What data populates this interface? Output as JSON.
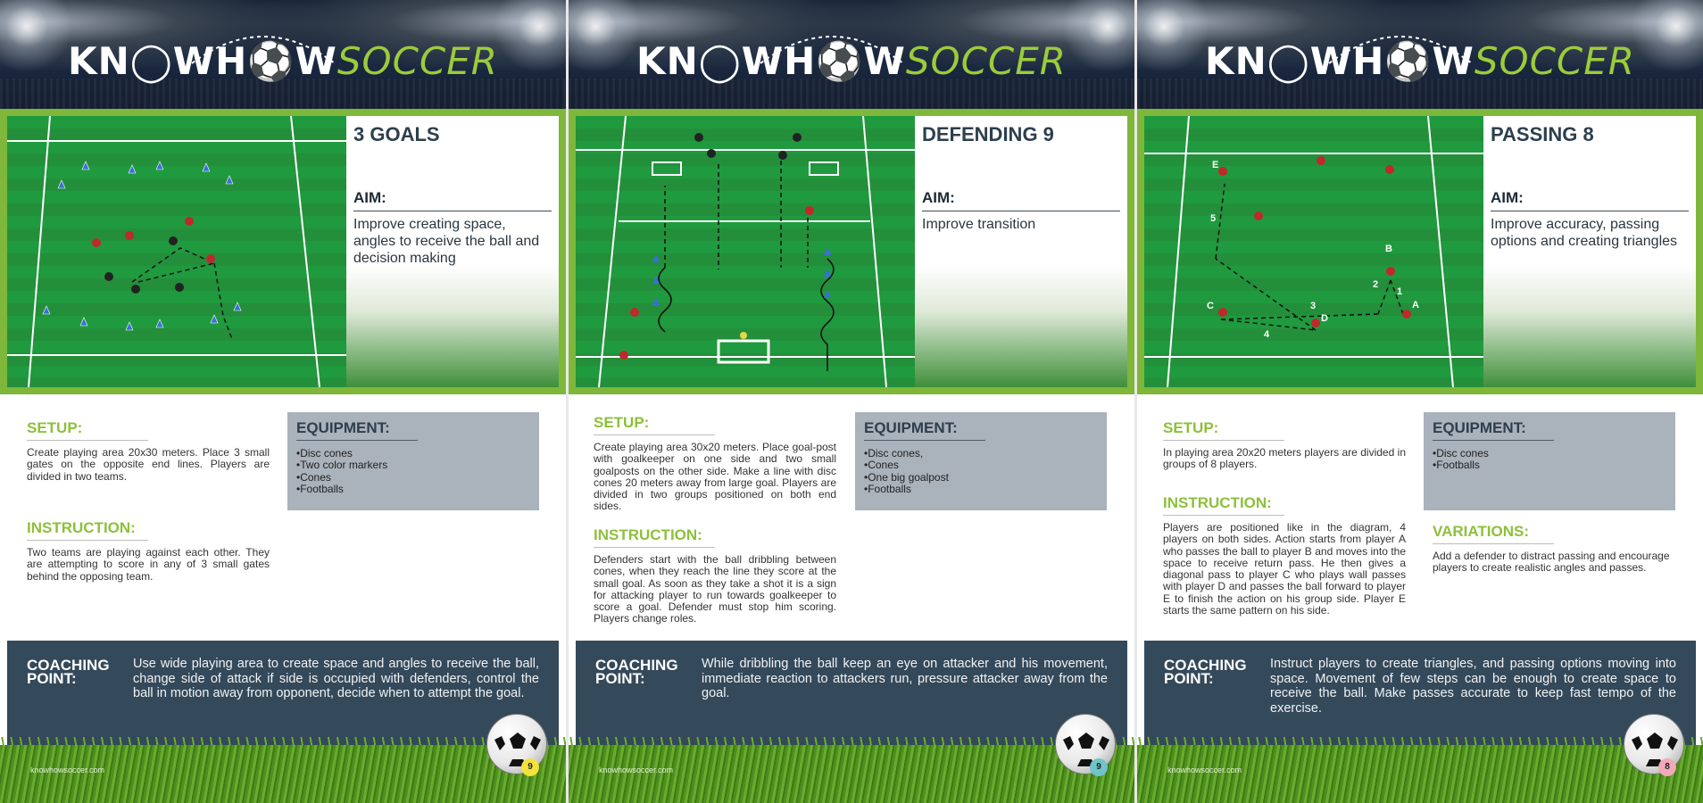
{
  "brand": {
    "know": "KN",
    "how_1": "WH",
    "how_2": "W",
    "soccer": "SOCCER",
    "website": "knowhowsoccer.com"
  },
  "cards": [
    {
      "title": "3 GOALS",
      "aim_label": "AIM:",
      "aim": "Improve creating space, angles to receive the ball and decision making",
      "setup_label": "SETUP:",
      "setup": "Create playing area 20x30 meters. Place 3 small gates on the opposite end lines. Players are divided in two teams.",
      "instruction_label": "INSTRUCTION:",
      "instruction": "Two teams are playing against each other. They are attempting to score in any of 3 small gates behind the opposing team.",
      "equipment_label": "EQUIPMENT:",
      "equipment": [
        "Disc cones",
        "Two color markers",
        "Cones",
        "Footballs"
      ],
      "coaching_label_1": "COACHING",
      "coaching_label_2": "POINT:",
      "coaching": "Use wide playing area to create space and angles to receive the ball, change side of attack if side is occupied with defenders, control the ball in motion away from opponent, decide when to attempt the goal.",
      "page": "9",
      "page_color": "#f2e23a"
    },
    {
      "title": "DEFENDING 9",
      "aim_label": "AIM:",
      "aim": "Improve transition",
      "setup_label": "SETUP:",
      "setup": "Create playing area 30x20 meters. Place goal-post with goalkeeper on one side and two small goalposts on the other side. Make a line with disc cones 20 meters away from large goal. Players are divided in two groups positioned on both end sides.",
      "instruction_label": "INSTRUCTION:",
      "instruction": "Defenders start with the ball dribbling between cones, when they reach the line they score at the small goal. As soon as they take a shot it is a sign for attacking player to run towards goalkeeper to score a goal. Defender must stop him scoring. Players change roles.",
      "equipment_label": "EQUIPMENT:",
      "equipment": [
        "Disc cones,",
        "Cones",
        "One big goalpost",
        "Footballs"
      ],
      "coaching_label_1": "COACHING",
      "coaching_label_2": "POINT:",
      "coaching": "While dribbling the ball keep an eye on attacker and his movement, immediate reaction to attackers run, pressure attacker away from the goal.",
      "page": "9",
      "page_color": "#6fc4c9"
    },
    {
      "title": "PASSING 8",
      "aim_label": "AIM:",
      "aim": "Improve accuracy, passing options and creating triangles",
      "setup_label": "SETUP:",
      "setup": "In playing area 20x20 meters players are divided in groups of 8 players.",
      "instruction_label": "INSTRUCTION:",
      "instruction": "Players are positioned like in the diagram, 4 players on both sides. Action starts from player A who passes the ball to player B and moves into the space to receive return pass. He then gives a diagonal pass to player C who plays wall passes with player D and passes the ball forward to player E to finish the action on his group side. Player E starts the same pattern on his side.",
      "equipment_label": "EQUIPMENT:",
      "equipment": [
        "Disc cones",
        "Footballs"
      ],
      "variations_label": "VARIATIONS:",
      "variations": "Add a defender to distract passing and encourage players to create realistic angles and passes.",
      "coaching_label_1": "COACHING",
      "coaching_label_2": "POINT:",
      "coaching": "Instruct players to create triangles, and passing options moving into space. Movement of few steps can be enough to create space to receive the ball. Make passes accurate to keep fast tempo of the exercise.",
      "page": "8",
      "page_color": "#f2a9b8",
      "diagram_labels": [
        "A",
        "B",
        "C",
        "D",
        "E",
        "1",
        "2",
        "3",
        "4",
        "5"
      ]
    }
  ],
  "colors": {
    "header": "#13203a",
    "brand_green": "#9ccb3b",
    "coaching_bg": "#34495a",
    "equipment_bg": "#aab2bb",
    "section_label": "#8dc03b"
  }
}
